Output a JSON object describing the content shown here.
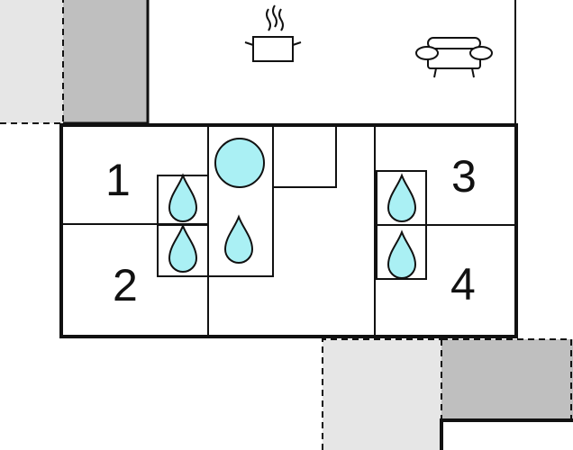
{
  "colors": {
    "wall": "#111111",
    "light_gray": "#e6e6e6",
    "dark_gray": "#bfbfbf",
    "water": "#aaf0f4",
    "background": "#ffffff"
  },
  "icons": [
    "cooking-pot-icon",
    "sofa-icon",
    "bathtub-icon",
    "water-drop-icon"
  ],
  "rooms": [
    {
      "number": "1"
    },
    {
      "number": "2"
    },
    {
      "number": "3"
    },
    {
      "number": "4"
    }
  ]
}
